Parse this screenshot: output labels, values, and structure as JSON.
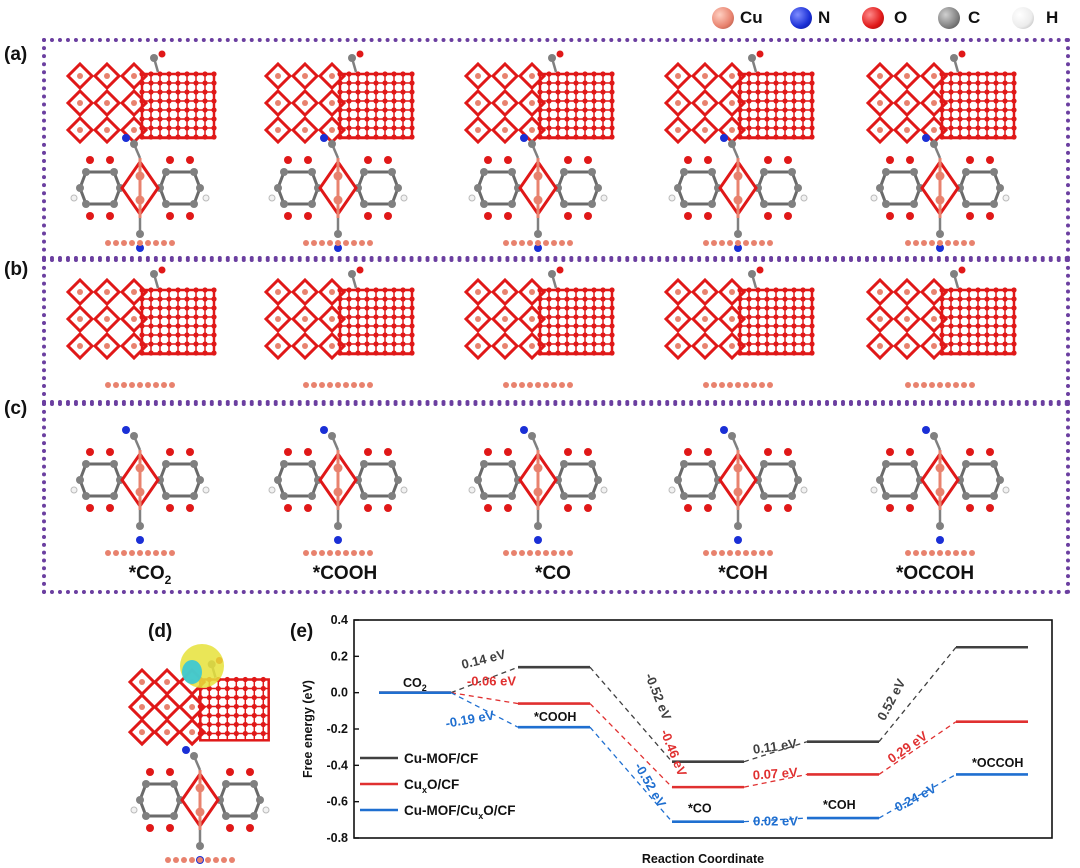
{
  "legend": [
    {
      "label": "Cu",
      "color": "#e8826e"
    },
    {
      "label": "N",
      "color": "#1a2fd6"
    },
    {
      "label": "O",
      "color": "#e01818"
    },
    {
      "label": "C",
      "color": "#808080"
    },
    {
      "label": "H",
      "color": "#f2f2f2"
    }
  ],
  "panels": {
    "a": "(a)",
    "b": "(b)",
    "c": "(c)",
    "d": "(d)",
    "e": "(e)"
  },
  "species": [
    "*CO2",
    "*COOH",
    "*CO",
    "*COH",
    "*OCCOH"
  ],
  "colors": {
    "frame": "#6b3fa0",
    "cu": "#e8826e",
    "o": "#e01818",
    "c": "#808080",
    "n": "#1a2fd6",
    "h": "#f2f2f2"
  },
  "chart_data": {
    "type": "line",
    "xlabel": "Reaction Coordinate",
    "ylabel": "Free energy (eV)",
    "ylim": [
      -0.8,
      0.4
    ],
    "yticks": [
      "0.4",
      "0.2",
      "0.0",
      "-0.2",
      "-0.4",
      "-0.6",
      "-0.8"
    ],
    "steps": [
      "CO2",
      "*COOH",
      "*CO",
      "*COH",
      "*OCCOH"
    ],
    "step_labels": [
      {
        "text": "CO2",
        "x": 0,
        "y": 0.03
      },
      {
        "text": "*COOH",
        "x": 1,
        "y": -0.155
      },
      {
        "text": "*CO",
        "x": 2,
        "y": -0.66
      },
      {
        "text": "*COH",
        "x": 3,
        "y": -0.64
      },
      {
        "text": "*OCCOH",
        "x": 4,
        "y": -0.41
      }
    ],
    "series": [
      {
        "name": "Cu-MOF/CF",
        "color": "#404040",
        "values": [
          0.0,
          0.14,
          -0.38,
          -0.27,
          0.25
        ]
      },
      {
        "name": "CuxO/CF",
        "color": "#e03030",
        "values": [
          0.0,
          -0.06,
          -0.52,
          -0.45,
          -0.16
        ]
      },
      {
        "name": "Cu-MOF/CuxO/CF",
        "color": "#1f6fd0",
        "values": [
          0.0,
          -0.19,
          -0.71,
          -0.69,
          -0.45
        ]
      }
    ],
    "annotations": [
      {
        "text": "0.14 eV",
        "series": 0,
        "x": 0.5,
        "y": 0.16,
        "rot": -14
      },
      {
        "text": "-0.06 eV",
        "series": 1,
        "x": 0.55,
        "y": 0.04,
        "rot": 0
      },
      {
        "text": "-0.19 eV",
        "series": 2,
        "x": 0.4,
        "y": -0.17,
        "rot": -10
      },
      {
        "text": "-0.52 eV",
        "series": 0,
        "x": 1.65,
        "y": -0.03,
        "rot": 68
      },
      {
        "text": "-0.46 eV",
        "series": 1,
        "x": 1.75,
        "y": -0.34,
        "rot": 68
      },
      {
        "text": "-0.52 eV",
        "series": 2,
        "x": 1.6,
        "y": -0.52,
        "rot": 60
      },
      {
        "text": "0.11 eV",
        "series": 0,
        "x": 2.5,
        "y": -0.32,
        "rot": -8
      },
      {
        "text": "0.07 eV",
        "series": 1,
        "x": 2.5,
        "y": -0.47,
        "rot": -4
      },
      {
        "text": "0.02 eV",
        "series": 2,
        "x": 2.5,
        "y": -0.73,
        "rot": 0
      },
      {
        "text": "0.52 eV",
        "series": 0,
        "x": 3.35,
        "y": -0.05,
        "rot": -62
      },
      {
        "text": "0.29 eV",
        "series": 1,
        "x": 3.45,
        "y": -0.32,
        "rot": -35
      },
      {
        "text": "0.24 eV",
        "series": 2,
        "x": 3.5,
        "y": -0.6,
        "rot": -28
      }
    ]
  }
}
